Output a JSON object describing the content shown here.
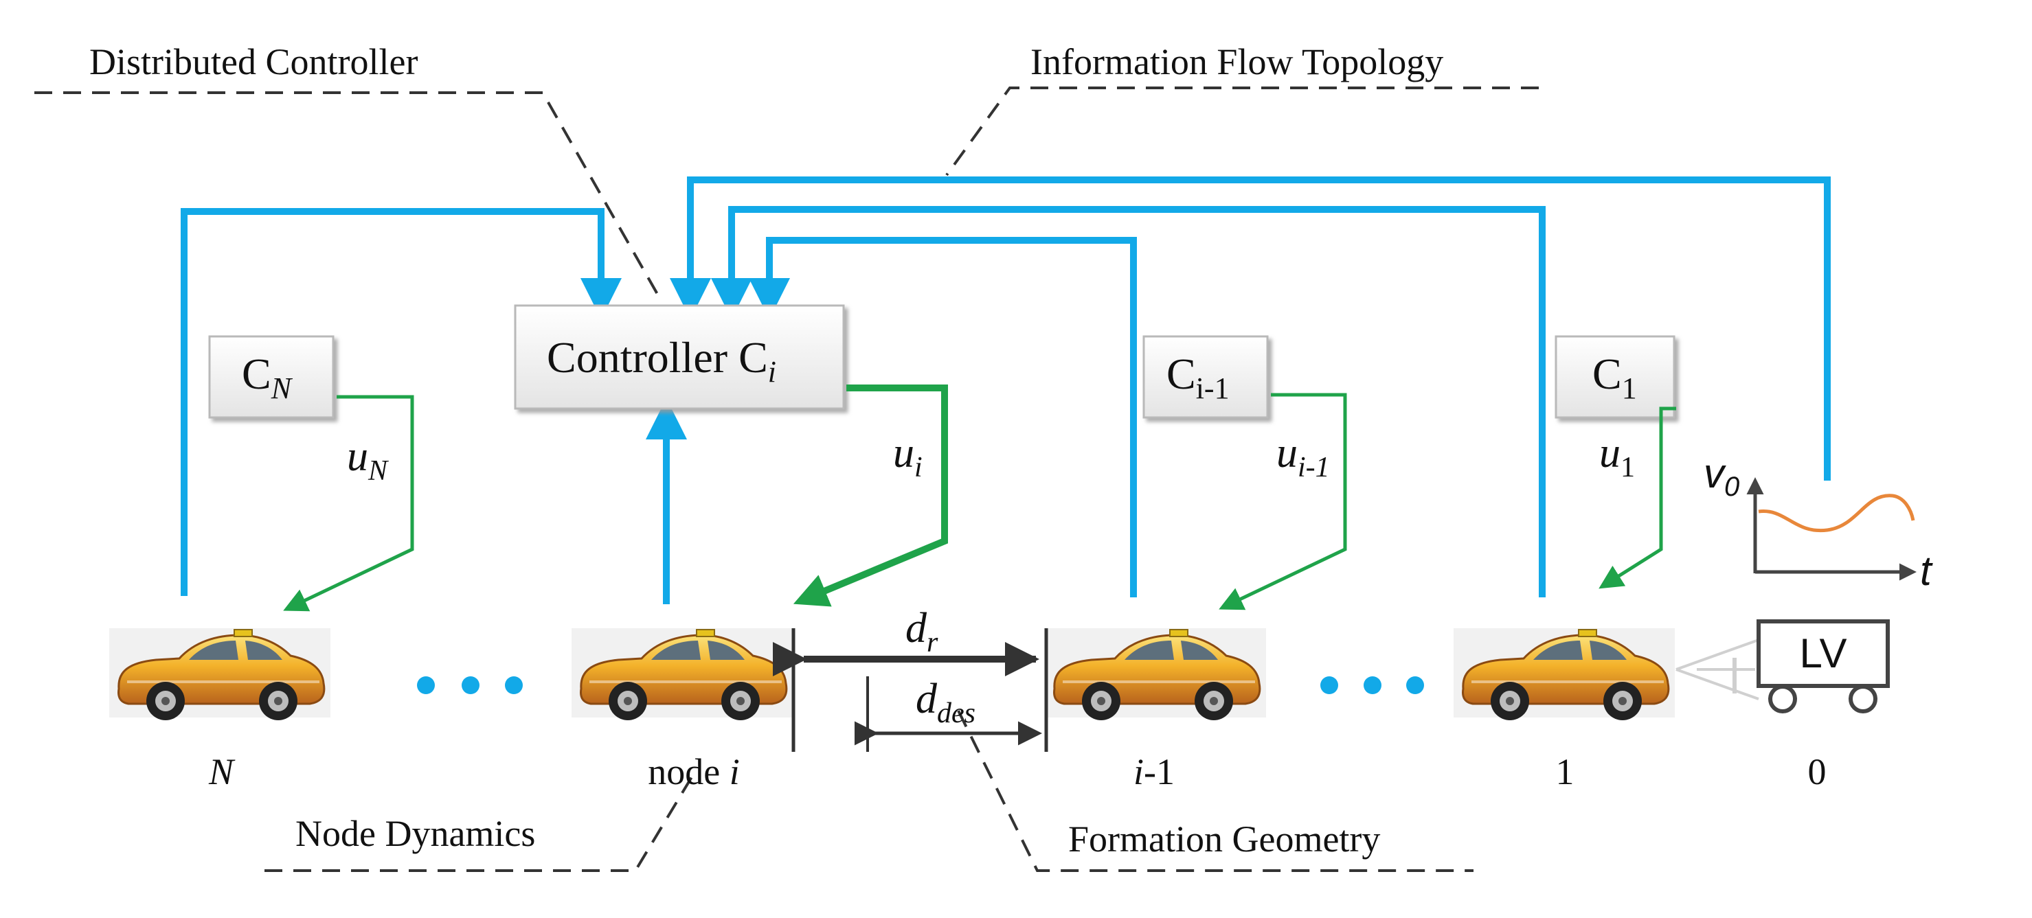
{
  "annotations": {
    "distributed_controller": "Distributed Controller",
    "information_flow_topology": "Information Flow Topology",
    "node_dynamics": "Node Dynamics",
    "formation_geometry": "Formation Geometry"
  },
  "controllers": {
    "main": {
      "text": "Controller C",
      "sub": "i"
    },
    "cN": {
      "text": "C",
      "sub": "N"
    },
    "cim1": {
      "text": "C",
      "sub": "i-1"
    },
    "c1": {
      "text": "C",
      "sub": "1"
    }
  },
  "signals": {
    "uN": {
      "text": "u",
      "sub": "N"
    },
    "ui": {
      "text": "u",
      "sub": "i"
    },
    "uim1": {
      "text": "u",
      "sub": "i-1"
    },
    "u1": {
      "text": "u",
      "sub": "1"
    }
  },
  "distances": {
    "dr": {
      "text": "d",
      "sub": "r"
    },
    "ddes": {
      "text": "d",
      "sub": "des"
    }
  },
  "node_labels": {
    "N": "N",
    "node_i_prefix": "node ",
    "node_i_var": "i",
    "im1_var": "i",
    "im1_suffix": "-1",
    "one": "1",
    "zero": "0"
  },
  "leader": {
    "label": "LV"
  },
  "plot": {
    "ylabel": "v",
    "ylabel_sub": "0",
    "xlabel": "t"
  },
  "colors": {
    "info_flow": "#12a9e8",
    "control_signal": "#1fa34a",
    "velocity_curve": "#e8873a",
    "dots": "#12a9e8"
  }
}
